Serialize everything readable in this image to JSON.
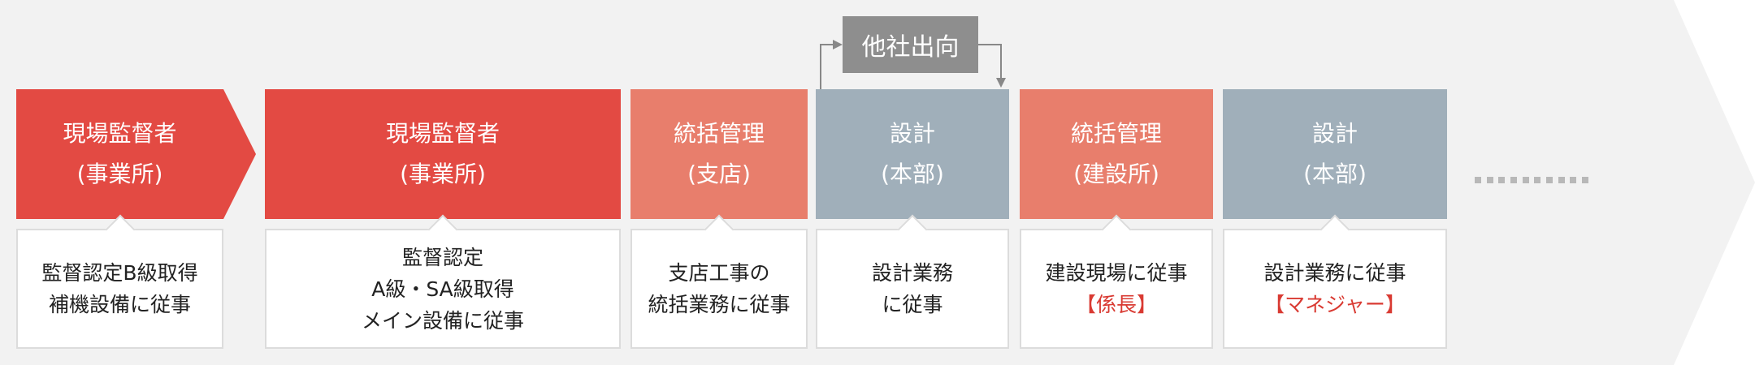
{
  "secondment": {
    "label": "他社出向"
  },
  "stages": [
    {
      "line1": "現場監督者",
      "line2": "(事業所)",
      "color": "#e34a43",
      "desc": [
        {
          "text": "監督認定B級取得"
        },
        {
          "text": "補機設備に従事"
        }
      ]
    },
    {
      "line1": "現場監督者",
      "line2": "(事業所)",
      "color": "#e34a43",
      "desc": [
        {
          "text": "監督認定"
        },
        {
          "text": "A級・SA級取得"
        },
        {
          "text": "メイン設備に従事"
        }
      ]
    },
    {
      "line1": "統括管理",
      "line2": "(支店)",
      "color": "#e87e6c",
      "desc": [
        {
          "text": "支店工事の"
        },
        {
          "text": "統括業務に従事"
        }
      ]
    },
    {
      "line1": "設計",
      "line2": "(本部)",
      "color": "#a0afba",
      "desc": [
        {
          "text": "設計業務"
        },
        {
          "text": "に従事"
        }
      ]
    },
    {
      "line1": "統括管理",
      "line2": "(建設所)",
      "color": "#e87e6c",
      "desc": [
        {
          "text": "建設現場に従事"
        },
        {
          "text": "【係長】",
          "highlight": true
        }
      ]
    },
    {
      "line1": "設計",
      "line2": "(本部)",
      "color": "#a0afba",
      "desc": [
        {
          "text": "設計業務に従事"
        },
        {
          "text": "【マネジャー】",
          "highlight": true
        }
      ]
    }
  ],
  "colors": {
    "background_arrow": "#f2f2f2",
    "connector": "#888888",
    "ellipsis": "#b8b8b8",
    "highlight_text": "#d93a32"
  }
}
